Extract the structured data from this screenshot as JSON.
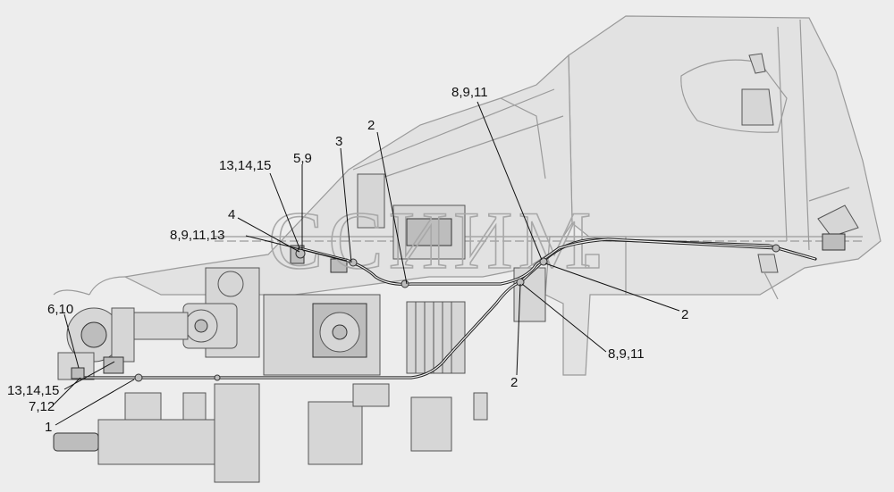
{
  "watermark": "ССИИМ",
  "callouts": [
    {
      "id": "c-8-9-11-top",
      "text": "8,9,11"
    },
    {
      "id": "c-2-top",
      "text": "2"
    },
    {
      "id": "c-3",
      "text": "3"
    },
    {
      "id": "c-5-9",
      "text": "5,9"
    },
    {
      "id": "c-13-14-15-top",
      "text": "13,14,15"
    },
    {
      "id": "c-4",
      "text": "4"
    },
    {
      "id": "c-8-9-11-13",
      "text": "8,9,11,13"
    },
    {
      "id": "c-6-10",
      "text": "6,10"
    },
    {
      "id": "c-13-14-15-bottom",
      "text": "13,14,15"
    },
    {
      "id": "c-7-12",
      "text": "7,12"
    },
    {
      "id": "c-1",
      "text": "1"
    },
    {
      "id": "c-2-right",
      "text": "2"
    },
    {
      "id": "c-8-9-11-bottom",
      "text": "8,9,11"
    },
    {
      "id": "c-2-bottom",
      "text": "2"
    }
  ]
}
